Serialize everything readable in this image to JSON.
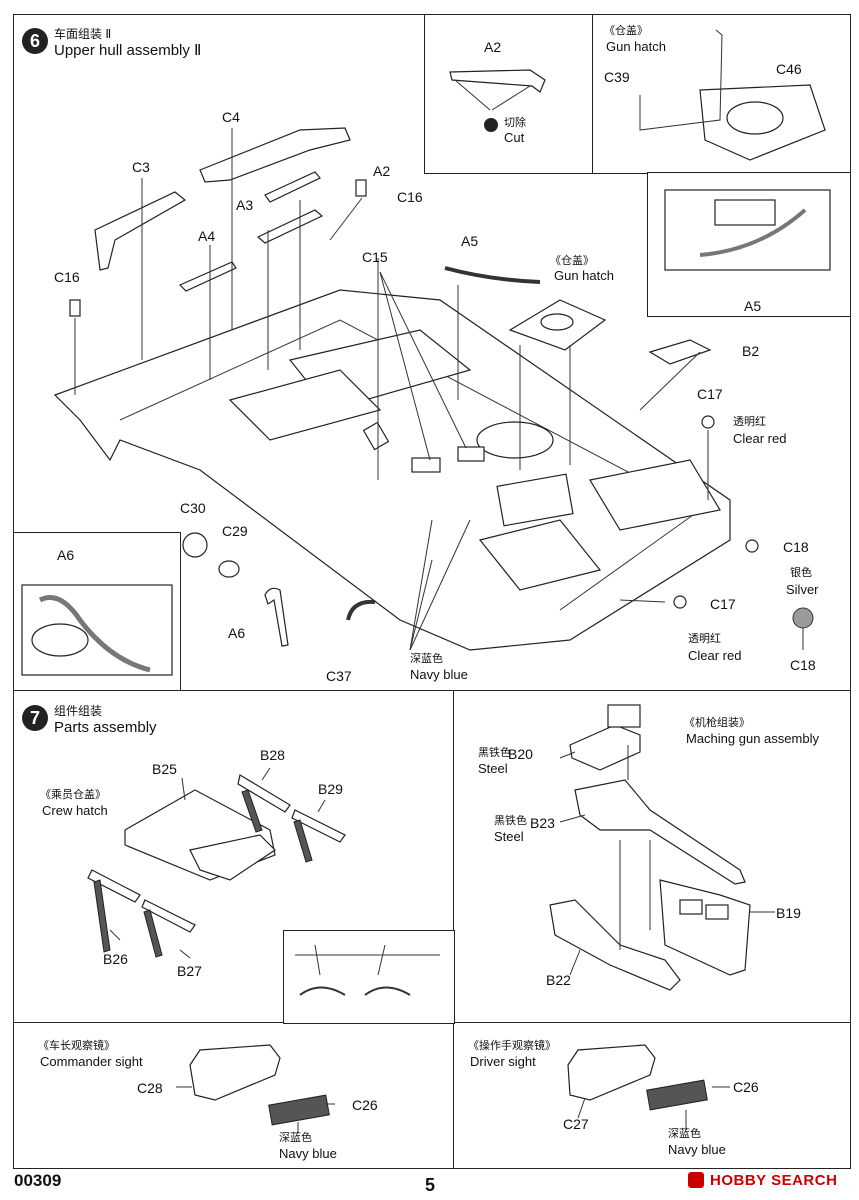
{
  "step6": {
    "number": "6",
    "title_cn": "车面组装 Ⅱ",
    "title_en": "Upper hull assembly Ⅱ"
  },
  "step7": {
    "number": "7",
    "title_cn": "组件组装",
    "title_en": "Parts assembly"
  },
  "inset_cut": {
    "part": "A2",
    "note_cn": "切除",
    "note_en": "Cut"
  },
  "inset_gun_hatch": {
    "title_cn": "《仓盖》",
    "title_en": "Gun hatch",
    "parts": [
      "C39",
      "C46"
    ]
  },
  "inset_a5": {
    "part": "A5"
  },
  "inset_a6": {
    "part": "A6"
  },
  "hull_labels": {
    "c4": "C4",
    "c3": "C3",
    "a2": "A2",
    "c16a": "C16",
    "a3": "A3",
    "a4": "A4",
    "c16b": "C16",
    "c15": "C15",
    "a5": "A5",
    "b2": "B2",
    "c17a": "C17",
    "c30": "C30",
    "c29": "C29",
    "c18a": "C18",
    "a6": "A6",
    "c37": "C37",
    "c17b": "C17",
    "c18b": "C18",
    "gun_hatch_cn": "《仓盖》",
    "gun_hatch_en": "Gun hatch",
    "clear_red_cn": "透明红",
    "clear_red_en": "Clear red",
    "clear_red2_cn": "透明红",
    "clear_red2_en": "Clear red",
    "silver_cn": "银色",
    "silver_en": "Silver",
    "navy_cn": "深蓝色",
    "navy_en": "Navy blue"
  },
  "crew_hatch": {
    "title_cn": "《乘员仓盖》",
    "title_en": "Crew hatch",
    "parts": {
      "b25": "B25",
      "b28": "B28",
      "b29": "B29",
      "b26": "B26",
      "b27": "B27"
    }
  },
  "mg_assembly": {
    "title_cn": "《机枪组装》",
    "title_en": "Maching gun assembly",
    "b20": "B20",
    "b23": "B23",
    "b19": "B19",
    "b22": "B22",
    "steel_cn": "黑铁色",
    "steel_en": "Steel"
  },
  "commander_sight": {
    "title_cn": "《车长观察镜》",
    "title_en": "Commander sight",
    "c28": "C28",
    "c26": "C26",
    "navy_cn": "深蓝色",
    "navy_en": "Navy blue"
  },
  "driver_sight": {
    "title_cn": "《操作手观察镜》",
    "title_en": "Driver sight",
    "c27": "C27",
    "c26": "C26",
    "navy_cn": "深蓝色",
    "navy_en": "Navy blue"
  },
  "footer": {
    "code": "00309",
    "page": "5",
    "watermark": "HOBBY SEARCH"
  }
}
